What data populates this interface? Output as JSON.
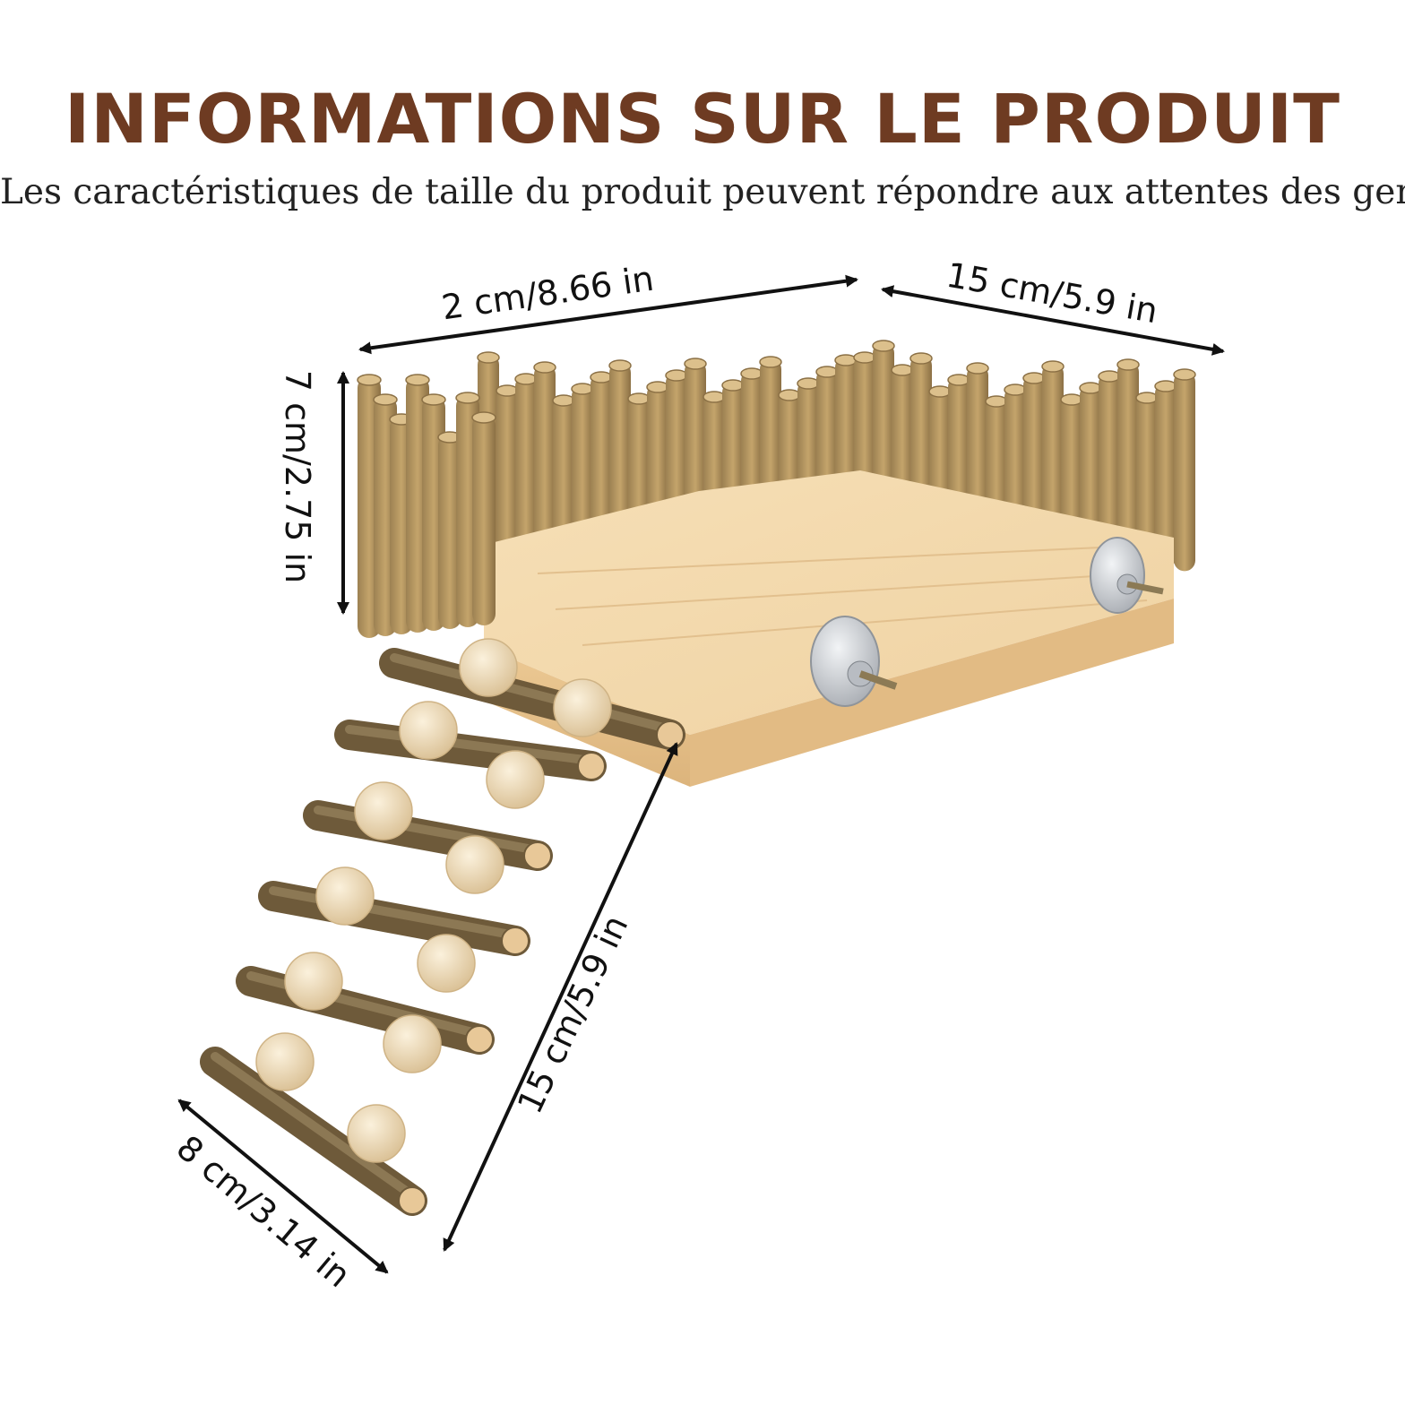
{
  "header": {
    "title": "INFORMATIONS SUR LE PRODUIT",
    "subtitle": "Les caractéristiques de taille du produit peuvent répondre aux attentes des gens"
  },
  "dimensions": {
    "front_width": "2 cm/8.66 in",
    "side_depth": "15 cm/5.9 in",
    "height": "7 cm/2.75 in",
    "ladder_length": "15 cm/5.9 in",
    "ladder_width": "8 cm/3.14 in"
  },
  "colors": {
    "title": "#6e3b22",
    "wood_light": "#f3d9ae",
    "wood_mid": "#e7c48f",
    "bark": "#7a6644",
    "bead": "#ecd8b4",
    "washer": "#c9ccd0"
  }
}
